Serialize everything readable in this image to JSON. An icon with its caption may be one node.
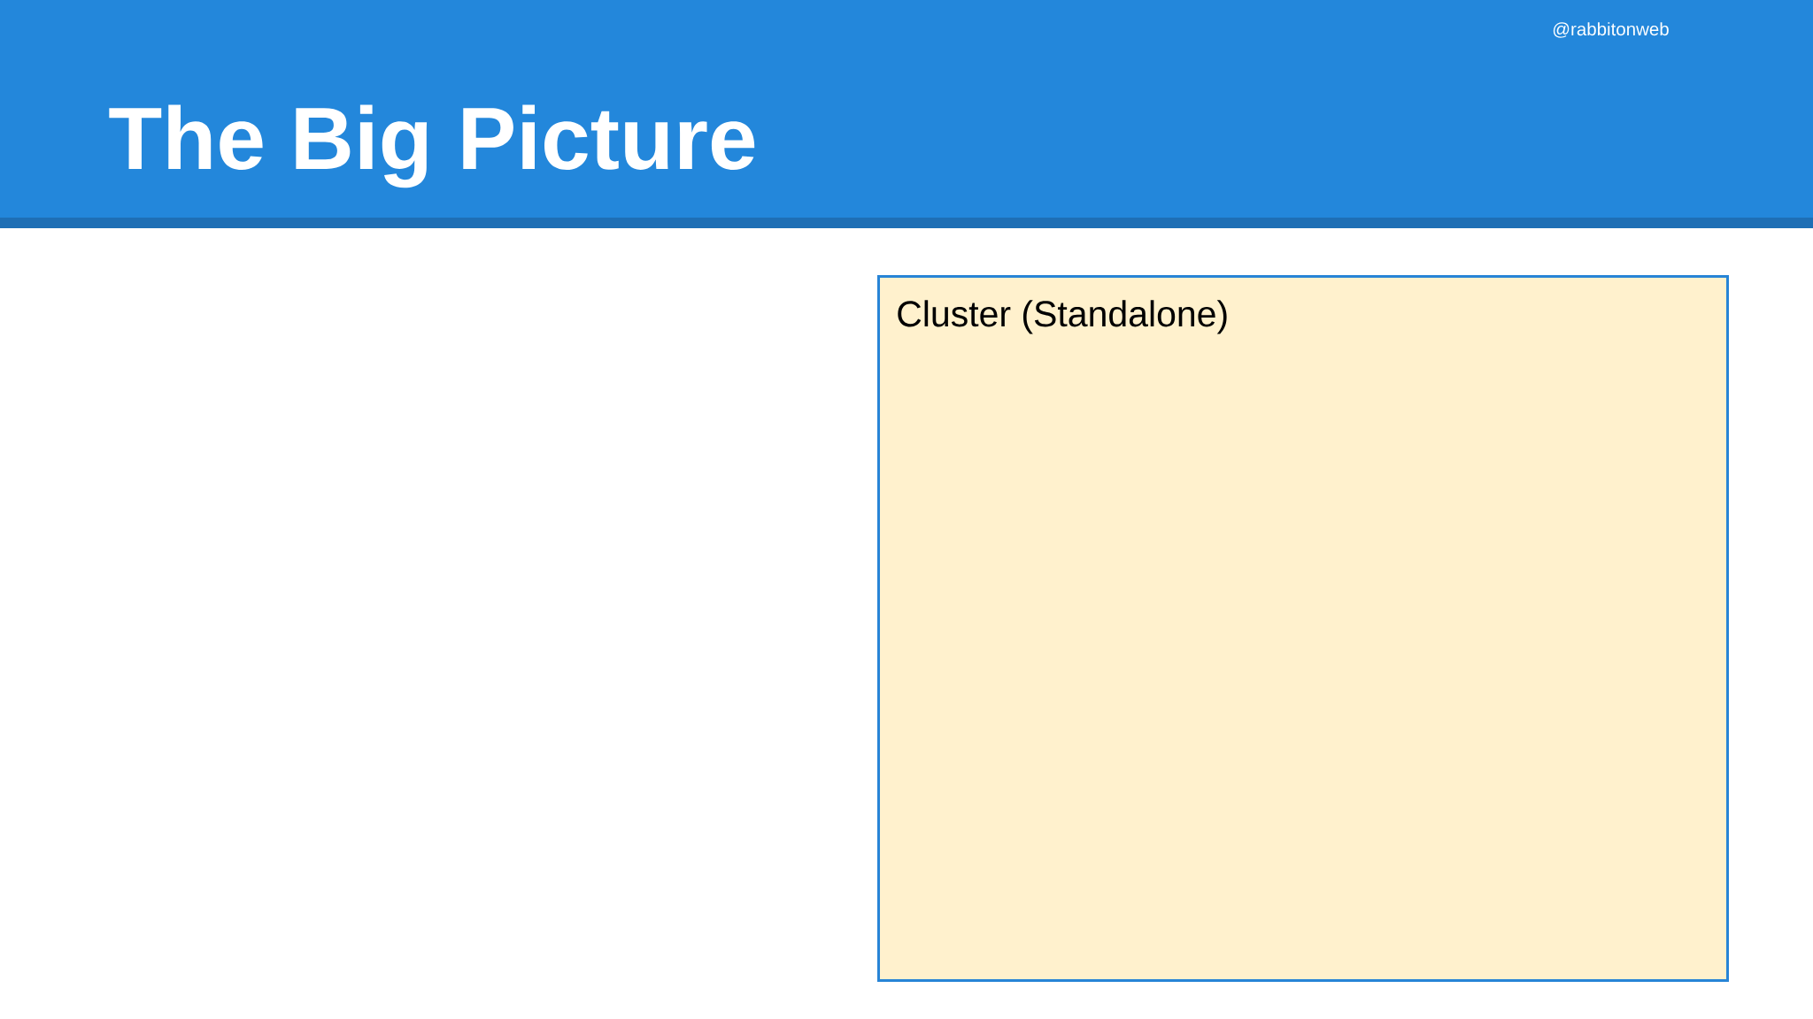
{
  "diagram": {
    "title": "The Big Picture",
    "nodes": [
      {
        "text": [
          "Cluster (Standalone)"
        ]
      }
    ],
    "labels": [
      "@rabbitonweb"
    ]
  }
}
